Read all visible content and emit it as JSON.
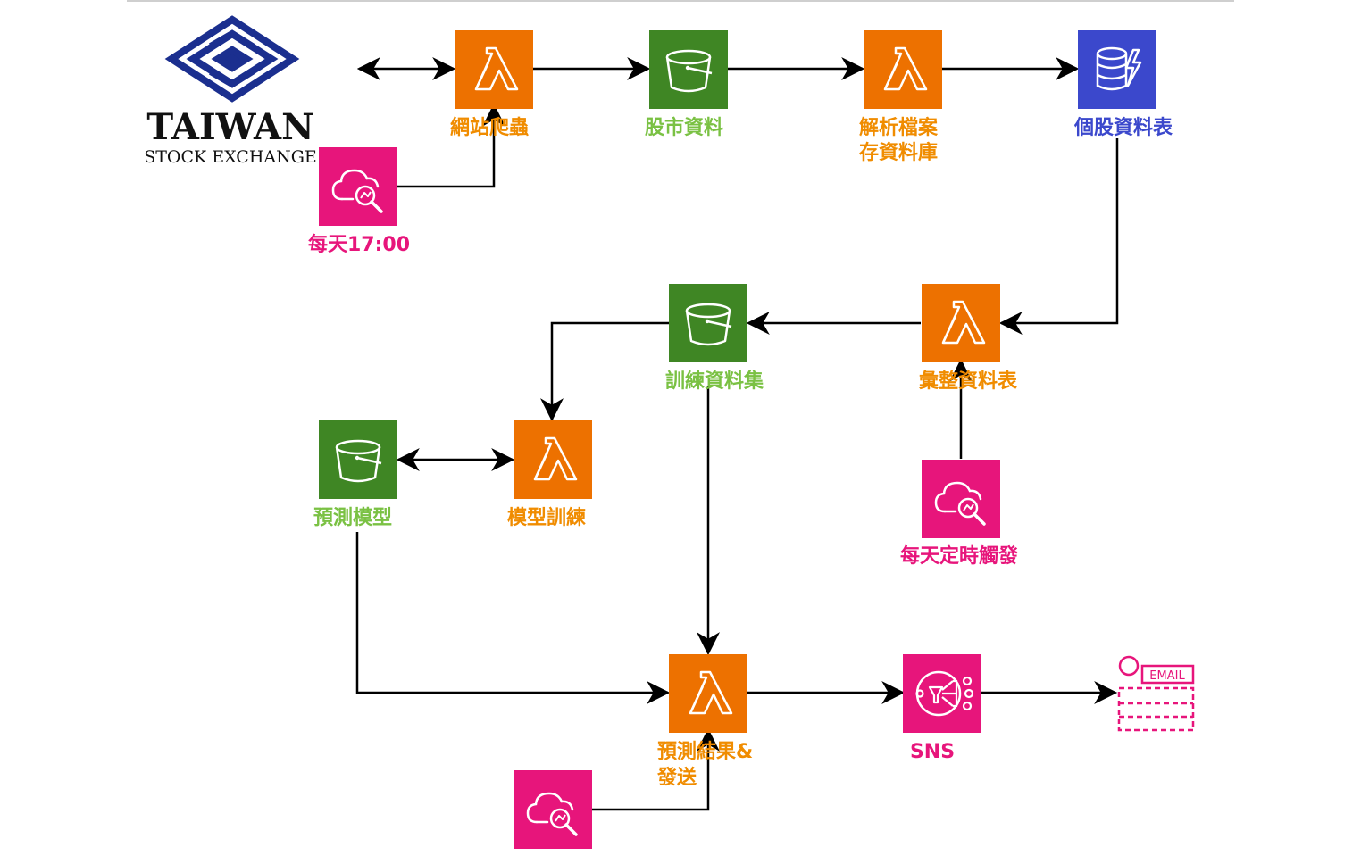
{
  "colors": {
    "lambda": "#ED7100",
    "s3": "#3F8624",
    "dynamodb": "#3B48CC",
    "pink": "#E7157B",
    "lambda_label": "#F08C00",
    "s3_label": "#7AC143",
    "dynamodb_label": "#3B48CC",
    "pink_label": "#E7157B",
    "line": "#000000",
    "logo_blue": "#1B2F8F"
  },
  "logo": {
    "title": "TAIWAN",
    "subtitle": "STOCK EXCHANGE"
  },
  "nodes": {
    "crawler": {
      "label": "網站爬蟲",
      "icon": "lambda-icon"
    },
    "stock_data": {
      "label": "股市資料",
      "icon": "s3-bucket-icon"
    },
    "parse": {
      "label_line1": "解析檔案",
      "label_line2": "存資料庫",
      "icon": "lambda-icon"
    },
    "stock_table": {
      "label": "個股資料表",
      "icon": "dynamodb-icon"
    },
    "schedule_daily": {
      "label": "每天17:00",
      "icon": "cloudwatch-icon"
    },
    "aggregate": {
      "label": "彙整資料表",
      "icon": "lambda-icon"
    },
    "training_set": {
      "label": "訓練資料集",
      "icon": "s3-bucket-icon"
    },
    "model_train": {
      "label": "模型訓練",
      "icon": "lambda-icon"
    },
    "prediction_model": {
      "label": "預測模型",
      "icon": "s3-bucket-icon"
    },
    "daily_trigger": {
      "label": "每天定時觸發",
      "icon": "cloudwatch-icon"
    },
    "predict_send": {
      "label_line1": "預測結果&",
      "label_line2": "發送",
      "icon": "lambda-icon"
    },
    "sns": {
      "label": "SNS",
      "icon": "sns-icon"
    },
    "email": {
      "label": "EMAIL",
      "icon": "email-icon"
    },
    "schedule_bottom": {
      "icon": "cloudwatch-icon"
    }
  }
}
